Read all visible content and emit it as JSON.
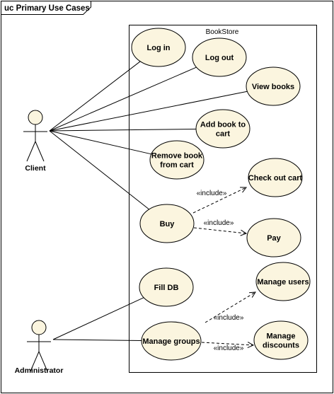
{
  "frame": {
    "title": "uc Primary Use Cases"
  },
  "system": {
    "name": "BookStore"
  },
  "actors": [
    {
      "id": "client",
      "label": "Client"
    },
    {
      "id": "admin",
      "label": "Administrator"
    }
  ],
  "use_cases": [
    {
      "id": "login",
      "lines": [
        "Log in"
      ]
    },
    {
      "id": "logout",
      "lines": [
        "Log out"
      ]
    },
    {
      "id": "viewbooks",
      "lines": [
        "View books"
      ]
    },
    {
      "id": "addbook",
      "lines": [
        "Add book to",
        "cart"
      ]
    },
    {
      "id": "removebook",
      "lines": [
        "Remove book",
        "from cart"
      ]
    },
    {
      "id": "checkout",
      "lines": [
        "Check out cart"
      ]
    },
    {
      "id": "buy",
      "lines": [
        "Buy"
      ]
    },
    {
      "id": "pay",
      "lines": [
        "Pay"
      ]
    },
    {
      "id": "filldb",
      "lines": [
        "Fill DB"
      ]
    },
    {
      "id": "manageusers",
      "lines": [
        "Manage users"
      ]
    },
    {
      "id": "managegroups",
      "lines": [
        "Manage groups"
      ]
    },
    {
      "id": "managediscounts",
      "lines": [
        "Manage",
        "discounts"
      ]
    }
  ],
  "associations": [
    {
      "from": "client",
      "to": "login"
    },
    {
      "from": "client",
      "to": "logout"
    },
    {
      "from": "client",
      "to": "viewbooks"
    },
    {
      "from": "client",
      "to": "addbook"
    },
    {
      "from": "client",
      "to": "removebook"
    },
    {
      "from": "client",
      "to": "buy"
    },
    {
      "from": "admin",
      "to": "filldb"
    },
    {
      "from": "admin",
      "to": "managegroups"
    }
  ],
  "includes": [
    {
      "from": "buy",
      "to": "checkout",
      "label": "«include»"
    },
    {
      "from": "buy",
      "to": "pay",
      "label": "«include»"
    },
    {
      "from": "managegroups",
      "to": "manageusers",
      "label": "«include»"
    },
    {
      "from": "managegroups",
      "to": "managediscounts",
      "label": "«include»"
    }
  ],
  "colors": {
    "use_case_fill": "#fbf5df",
    "actor_head_fill": "#fbf5df",
    "stroke": "#000000"
  }
}
